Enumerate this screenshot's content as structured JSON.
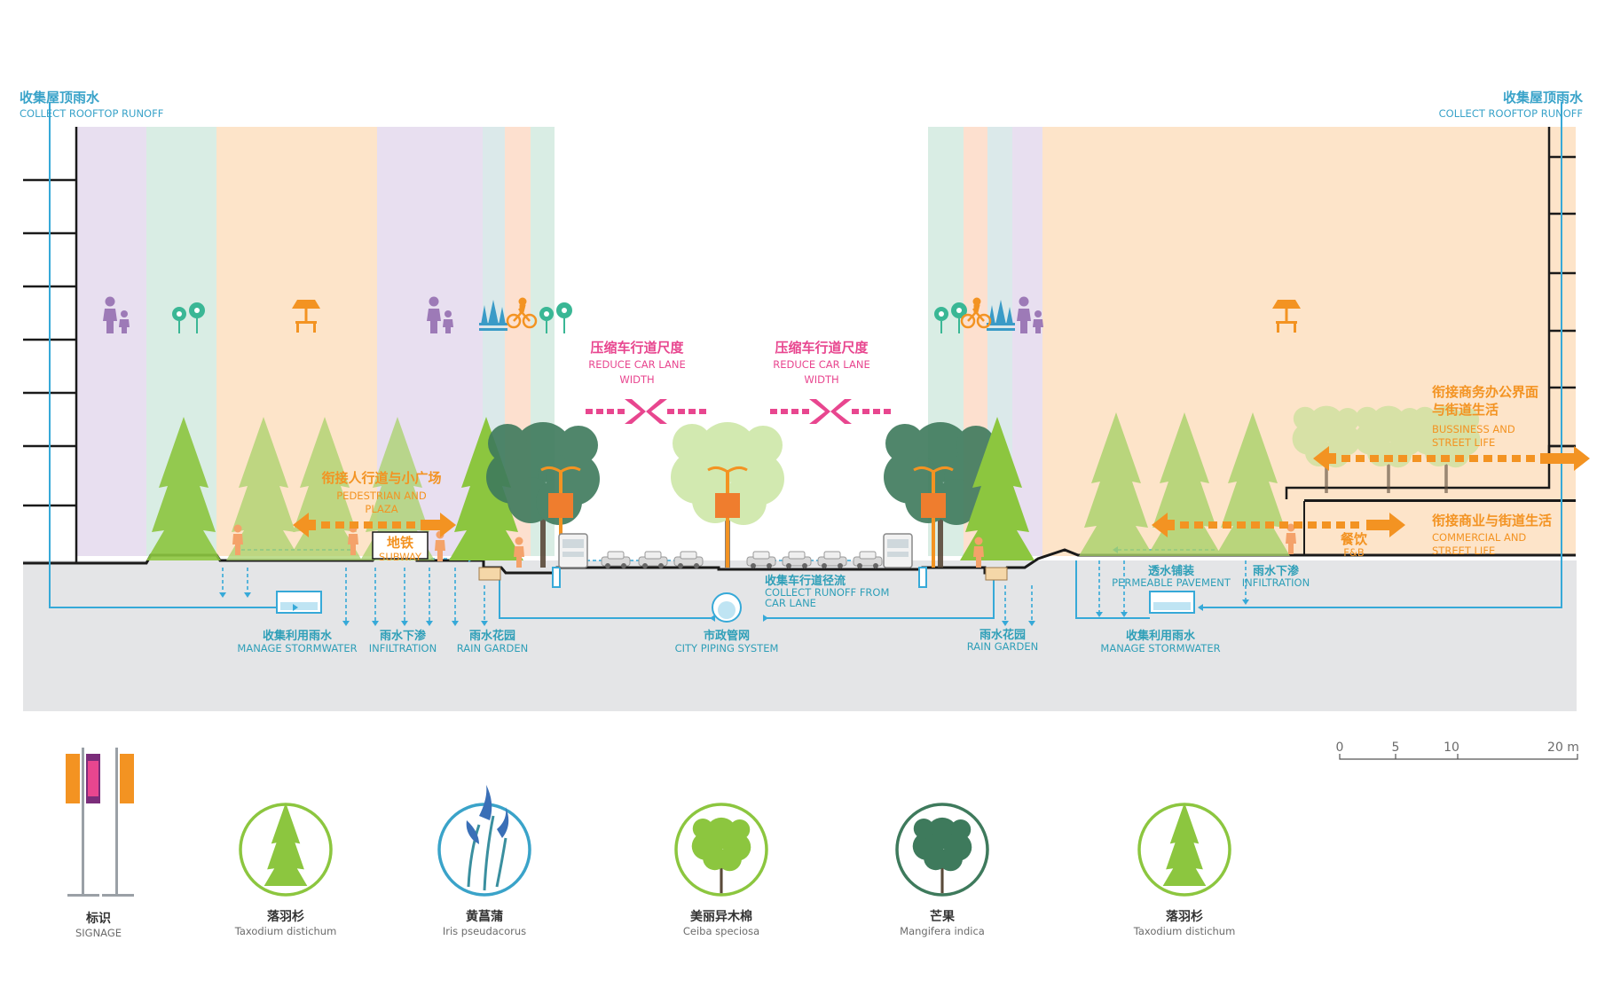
{
  "colors": {
    "purple_band": "#e7dcef",
    "green_band": "#d8ece3",
    "orange_band": "#fde3c7",
    "ground": "#e3e4e6",
    "water": "#36a9d8",
    "orange": "#f39322",
    "pink": "#e8468f",
    "tree_light": "#8cc63f",
    "tree_dark": "#3e7a5c"
  },
  "labels": {
    "rooftop_left_cn": "收集屋顶雨水",
    "rooftop_left_en": "COLLECT ROOFTOP RUNOFF",
    "rooftop_right_cn": "收集屋顶雨水",
    "rooftop_right_en": "COLLECT ROOFTOP RUNOFF",
    "reduce_left_cn": "压缩车行道尺度",
    "reduce_left_en1": "REDUCE CAR LANE",
    "reduce_left_en2": "WIDTH",
    "reduce_right_cn": "压缩车行道尺度",
    "reduce_right_en1": "REDUCE CAR LANE",
    "reduce_right_en2": "WIDTH",
    "ped_cn": "衔接人行道与小广场",
    "ped_en1": "PEDESTRIAN AND",
    "ped_en2": "PLAZA",
    "subway_cn": "地铁",
    "subway_en": "SUBWAY",
    "office_cn1": "衔接商务办公界面",
    "office_cn2": "与街道生活",
    "office_en1": "BUSSINESS AND",
    "office_en2": "STREET LIFE",
    "commercial_cn": "衔接商业与街道生活",
    "commercial_en1": "COMMERCIAL AND",
    "commercial_en2": "STREET LIFE",
    "fb_cn": "餐饮",
    "fb_en": "F&B",
    "manage_left_cn": "收集利用雨水",
    "manage_left_en": "MANAGE STORMWATER",
    "infil_left_cn": "雨水下渗",
    "infil_left_en": "INFILTRATION",
    "rain_left_cn": "雨水花园",
    "rain_left_en": "RAIN GARDEN",
    "city_cn": "市政管网",
    "city_en": "CITY PIPING SYSTEM",
    "runoff_cn": "收集车行道径流",
    "runoff_en1": "COLLECT RUNOFF FROM",
    "runoff_en2": "CAR LANE",
    "rain_right_cn": "雨水花园",
    "rain_right_en": "RAIN GARDEN",
    "manage_right_cn": "收集利用雨水",
    "manage_right_en": "MANAGE STORMWATER",
    "perm_cn": "透水铺装",
    "perm_en": "PERMEABLE PAVEMENT",
    "infil_right_cn": "雨水下渗",
    "infil_right_en": "INFILTRATION"
  },
  "scale": {
    "ticks": [
      "0",
      "5",
      "10",
      "20 m"
    ]
  },
  "legend": [
    {
      "cn": "标识",
      "en": "SIGNAGE",
      "icon": "signage-icon"
    },
    {
      "cn": "落羽杉",
      "en": "Taxodium distichum",
      "icon": "conifer-tree-icon"
    },
    {
      "cn": "黄菖蒲",
      "en": "Iris pseudacorus",
      "icon": "iris-icon"
    },
    {
      "cn": "美丽异木棉",
      "en": "Ceiba speciosa",
      "icon": "broadleaf-tree-icon"
    },
    {
      "cn": "芒果",
      "en": "Mangifera indica",
      "icon": "mango-tree-icon"
    },
    {
      "cn": "落羽杉",
      "en": "Taxodium distichum",
      "icon": "conifer-tree-icon"
    }
  ]
}
